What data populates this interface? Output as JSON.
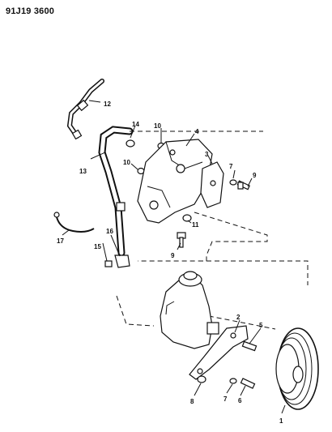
{
  "diagram_code": "91J19 3600",
  "callouts": {
    "c1": "1",
    "c2": "2",
    "c3": "3",
    "c4": "4",
    "c5": "5",
    "c6": "6",
    "c7a": "7",
    "c7b": "7",
    "c8": "8",
    "c9a": "9",
    "c9b": "9",
    "c10a": "10",
    "c10b": "10",
    "c11": "11",
    "c12": "12",
    "c13": "13",
    "c14": "14",
    "c15": "15",
    "c16": "16",
    "c17": "17"
  }
}
